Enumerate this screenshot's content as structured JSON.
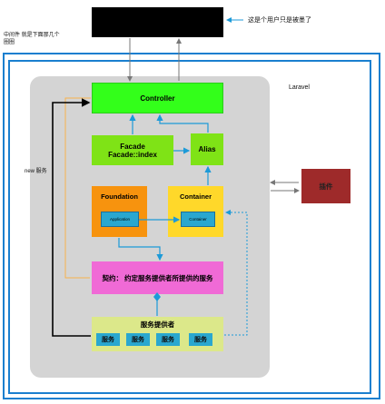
{
  "top": {
    "user_box": "",
    "user_note": "这是个用户只是被墨了",
    "middleware_note": "中间件 就是下面那几个\n圈圈"
  },
  "laravel": {
    "title": "Laravel",
    "controller": "Controller",
    "facade_line1": "Facade",
    "facade_line2": "Facade::index",
    "alias": "Alias",
    "foundation": "Foundation",
    "foundation_inner": "Application",
    "container": "Container",
    "container_inner": "Container",
    "contract": "契约： 约定服务提供者所提供的服务",
    "providers": "服务提供者",
    "services": [
      "服务",
      "服务",
      "服务",
      "服务"
    ],
    "new_service": "new 服务"
  },
  "plugin": {
    "label": "插件"
  },
  "colors": {
    "outer_border": "#1a7fcf",
    "panel": "#d4d4d4",
    "controller": "#33ff1a",
    "facade": "#7fe316",
    "foundation": "#f7930e",
    "container": "#ffd82a",
    "contract": "#f06ad6",
    "providers": "#dce88a",
    "plugin": "#9e2a2a",
    "arrow": "#1c9ad8"
  }
}
